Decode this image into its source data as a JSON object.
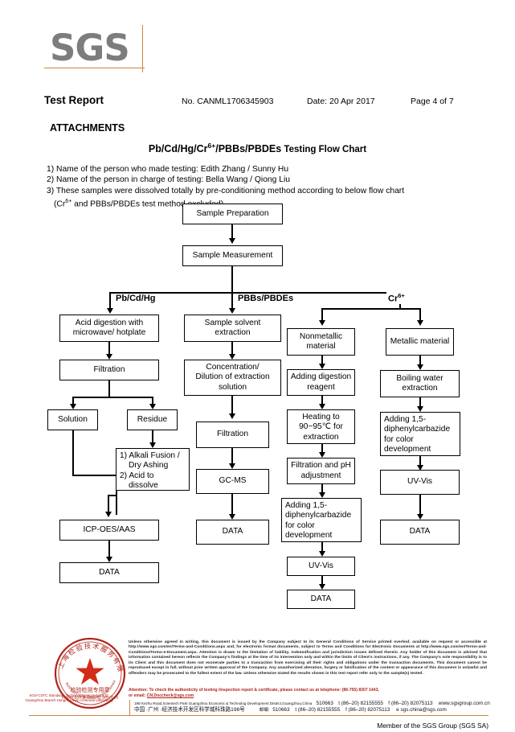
{
  "header": {
    "logo_text": "SGS",
    "report_title": "Test Report",
    "report_no": "No. CANML1706345903",
    "report_date": "Date: 20 Apr 2017",
    "page_label": "Page 4 of 7"
  },
  "body": {
    "attachments_heading": "ATTACHMENTS",
    "flow_title_bold": "Pb/Cd/Hg/Cr6+/PBBs/PBDEs",
    "flow_title_rest": "Testing Flow Chart",
    "notes": [
      "1) Name of the person who made testing: Edith Zhang / Sunny Hu",
      "2) Name of the person in charge of testing: Bella Wang / Qiong Liu",
      "3) These samples were dissolved totally by pre-conditioning method according to below flow chart",
      "(Cr6+ and PBBs/PBDEs test method excluded)."
    ]
  },
  "flowchart": {
    "top_nodes": [
      {
        "id": "sample-preparation",
        "label": "Sample Preparation"
      },
      {
        "id": "sample-measurement",
        "label": "Sample Measurement"
      }
    ],
    "branch_labels": [
      {
        "id": "branch-pb-cd-hg",
        "label": "Pb/Cd/Hg"
      },
      {
        "id": "branch-pbbs-pbdes",
        "label": "PBBs/PBDEs"
      },
      {
        "id": "branch-cr6",
        "label": "Cr6+"
      }
    ],
    "column_pb_cd_hg": [
      {
        "id": "acid-digestion",
        "label": "Acid digestion with microwave/ hotplate"
      },
      {
        "id": "filtration-1",
        "label": "Filtration"
      },
      {
        "id": "solution",
        "label": "Solution"
      },
      {
        "id": "residue",
        "label": "Residue"
      },
      {
        "id": "alkali-fusion",
        "label": "1) Alkali Fusion / Dry Ashing 2) Acid to dissolve"
      },
      {
        "id": "icp-oes-aas",
        "label": "ICP-OES/AAS"
      },
      {
        "id": "data-pb",
        "label": "DATA"
      }
    ],
    "alkali_fusion_lines": [
      "1) Alkali Fusion /",
      "Dry Ashing",
      "2) Acid to",
      "dissolve"
    ],
    "column_pbbs": [
      {
        "id": "sample-solvent-extraction",
        "label": "Sample solvent extraction"
      },
      {
        "id": "concentration-dilution",
        "label": "Concentration/ Dilution of extraction solution"
      },
      {
        "id": "filtration-2",
        "label": "Filtration"
      },
      {
        "id": "gc-ms",
        "label": "GC-MS"
      },
      {
        "id": "data-pbbs",
        "label": "DATA"
      }
    ],
    "column_nonmetallic": [
      {
        "id": "nonmetallic-material",
        "label": "Nonmetallic material"
      },
      {
        "id": "adding-digestion-reagent",
        "label": "Adding digestion reagent"
      },
      {
        "id": "heating",
        "label": "Heating to 90~95℃ for extraction"
      },
      {
        "id": "filtration-ph",
        "label": "Filtration and pH adjustment"
      },
      {
        "id": "adding-dpc-nonmetallic",
        "label": "Adding 1,5-diphenylcarbazide for color development"
      },
      {
        "id": "uv-vis-nonmetallic",
        "label": "UV-Vis"
      },
      {
        "id": "data-nonmetallic",
        "label": "DATA"
      }
    ],
    "column_metallic": [
      {
        "id": "metallic-material",
        "label": "Metallic material"
      },
      {
        "id": "boiling-water-extraction",
        "label": "Boiling water extraction"
      },
      {
        "id": "adding-dpc-metallic",
        "label": "Adding 1,5-diphenylcarbazide for color development"
      },
      {
        "id": "uv-vis-metallic",
        "label": "UV-Vis"
      },
      {
        "id": "data-metallic",
        "label": "DATA"
      }
    ],
    "dpc_lines": [
      "Adding 1,5-",
      "diphenylcarbazide",
      "for color",
      "development"
    ],
    "heating_lines": [
      "Heating to",
      "90~95℃ for",
      "extraction"
    ],
    "concentration_lines": [
      "Concentration/",
      "Dilution of extraction",
      "solution"
    ]
  },
  "footer": {
    "seal_star": "★",
    "seal_cn": "检验检测专用章",
    "seal_en": "Inspection & Testing Services",
    "seal_caption_line1": "SGS-CSTC Standards Technical Services Co., Ltd.",
    "seal_caption_line2": "Guangzhou Branch Hongmianwan Chemical Laboratory",
    "disclaimer": "Unless otherwise agreed in writing, this document is issued by the Company subject to its General Conditions of Service printed overleaf, available on request or accessible at http://www.sgs.com/en/Terms-and-Conditions.aspx and, for electronic format documents, subject to Terms and Conditions for Electronic Documents at http://www.sgs.com/en/Terms-and-Conditions/Terms-e-Document.aspx. Attention is drawn to the limitation of liability, indemnification and jurisdiction issues defined therein. Any holder of this document is advised that information contained hereon reflects the Company's findings at the time of its intervention only and within the limits of Client's instructions, if any. The Company's sole responsibility is to its Client and this document does not exonerate parties to a transaction from exercising all their rights and obligations under the transaction documents. This document cannot be reproduced except in full, without prior written approval of the Company. Any unauthorized alteration, forgery or falsification of the content or appearance of this document is unlawful and offenders may be prosecuted to the fullest extent of the law. Unless otherwise stated the results shown in this test report refer only to the sample(s) tested .",
    "attention_line1": "Attention: To check the authenticity of testing /inspection report & certificate, please contact us at telephone: (86-755) 8307 1443,",
    "attention_line2_prefix": "or email: ",
    "attention_email": "CN.Doccheck@sgs.com",
    "address_en": "198 Kezhu Road,Scientech Park Guangzhou Economic & Technolog Development District,Guangzhou,China",
    "address_en_zip": "510663",
    "address_en_tel": "t (86–20) 82155555",
    "address_en_fax": "f (86–20) 82075113",
    "address_en_web": "www.sgsgroup.com.cn",
    "address_cn": "中国 ·广州 ·经济技术开发区科学城科珠路198号",
    "address_cn_zip_label": "邮编:",
    "address_cn_zip": "510663",
    "address_cn_tel": "t (86–20) 82155555",
    "address_cn_fax": "f (86–20) 82075113",
    "address_cn_email": "e sgs.china@sgs.com",
    "member": "Member of the SGS Group (SGS SA)"
  },
  "colors": {
    "accent_orange": "#c8873f",
    "logo_gray": "#7d7d7d",
    "seal_red": "#b02418"
  }
}
